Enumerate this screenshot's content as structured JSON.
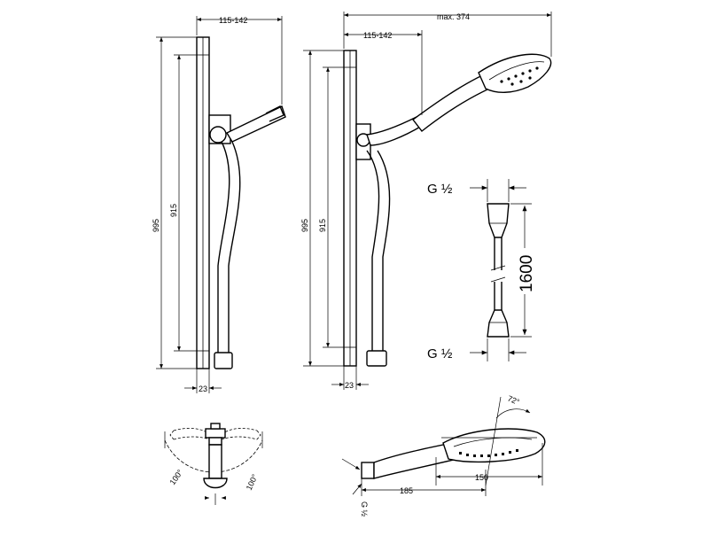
{
  "labels": {
    "shower_bar_left": {
      "width_range": "115-142",
      "height_total": "995",
      "height_rail": "915",
      "depth": "23"
    },
    "shower_bar_right": {
      "max_reach": "max. 374",
      "width_range": "115-142",
      "height_total": "995",
      "height_rail": "915",
      "depth": "23"
    },
    "hose": {
      "thread_top": "G ½",
      "thread_bottom": "G ½",
      "length": "1600"
    },
    "holder_top_view": {
      "angle_left": "100°",
      "angle_right": "100°"
    },
    "hand_shower": {
      "angle": "72°",
      "length_total": "185",
      "head_width": "150",
      "thread": "G ½"
    }
  },
  "colors": {
    "line": "#000000",
    "background": "#ffffff"
  }
}
